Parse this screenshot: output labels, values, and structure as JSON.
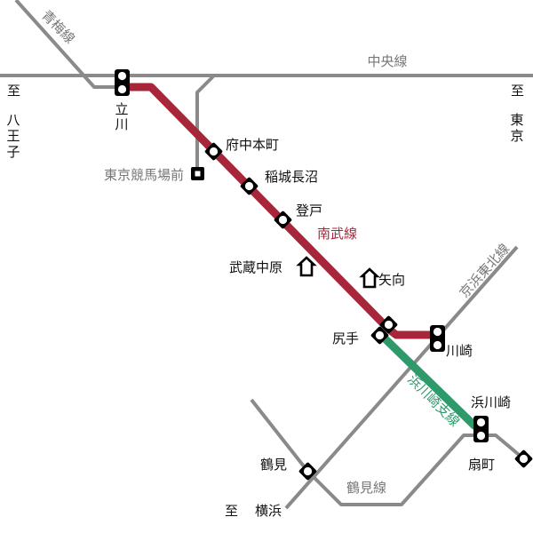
{
  "colors": {
    "nambu": "#a8263a",
    "hamakawasaki": "#2e9a6b",
    "other": "#8a8a8a",
    "station_fill": "#ffffff",
    "station_stroke": "#000000",
    "nambu_label": "#a8263a",
    "hama_label": "#2e9a6b",
    "other_label": "#777777",
    "text": "#111111"
  },
  "lines": {
    "chuo": "中央線",
    "ome": "青梅線",
    "keihin_tohoku": "京浜東北線",
    "nambu": "南武線",
    "hamakawasaki": "浜川崎支線",
    "tsurumi": "鶴見線"
  },
  "stations": {
    "tachikawa": "立川",
    "fuchu_hommachi": "府中本町",
    "tokyo_keibajo_mae": "東京競馬場前",
    "inagi_naganuma": "稲城長沼",
    "noborito": "登戸",
    "musashi_nakahara": "武蔵中原",
    "yako": "矢向",
    "shitte": "尻手",
    "kawasaki": "川崎",
    "hama_kawasaki": "浜川崎",
    "ogimachi": "扇町",
    "tsurumi": "鶴見"
  },
  "directions": {
    "to_word": "至",
    "hachioji": "八王子",
    "tokyo": "東京",
    "yokohama": "横浜"
  }
}
